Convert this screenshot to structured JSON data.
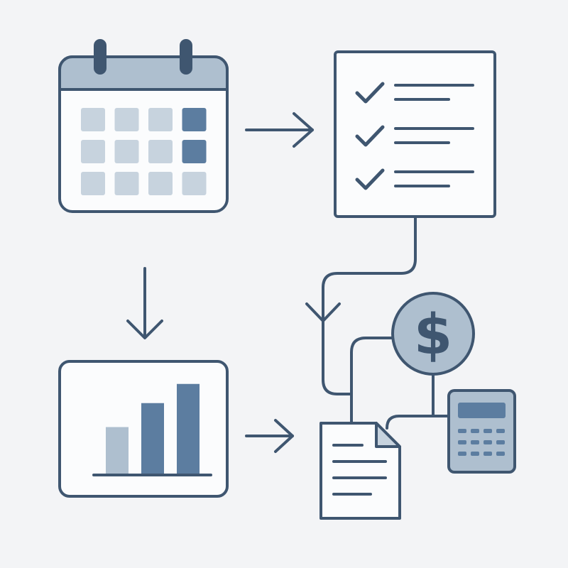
{
  "diagram": {
    "nodes": [
      {
        "id": "calendar",
        "icon": "calendar-icon",
        "highlighted_days": [
          [
            3,
            0
          ],
          [
            3,
            1
          ]
        ]
      },
      {
        "id": "checklist",
        "icon": "checklist-icon",
        "items_checked": 3,
        "items_total": 3
      },
      {
        "id": "bar-chart",
        "icon": "bar-chart-icon",
        "bar_levels": [
          0.5,
          0.75,
          0.95
        ]
      },
      {
        "id": "document",
        "icon": "document-icon"
      },
      {
        "id": "dollar",
        "icon": "dollar-icon",
        "symbol": "$"
      },
      {
        "id": "calculator",
        "icon": "calculator-icon"
      }
    ],
    "edges": [
      {
        "from": "calendar",
        "to": "checklist",
        "arrow": true
      },
      {
        "from": "calendar",
        "to": "bar-chart",
        "arrow": true
      },
      {
        "from": "checklist",
        "to": "document",
        "arrow": true
      },
      {
        "from": "bar-chart",
        "to": "document",
        "arrow": true
      },
      {
        "from": "dollar",
        "to": "document",
        "arrow": false
      },
      {
        "from": "calculator",
        "to": "document",
        "arrow": false
      },
      {
        "from": "dollar",
        "to": "calculator",
        "arrow": false
      }
    ],
    "colors": {
      "background": "#f3f4f6",
      "stroke": "#3f5670",
      "light_fill": "#c7d3de",
      "header_fill": "#aebfcf",
      "dark_fill": "#5c7da0",
      "white": "#fbfcfd"
    }
  }
}
